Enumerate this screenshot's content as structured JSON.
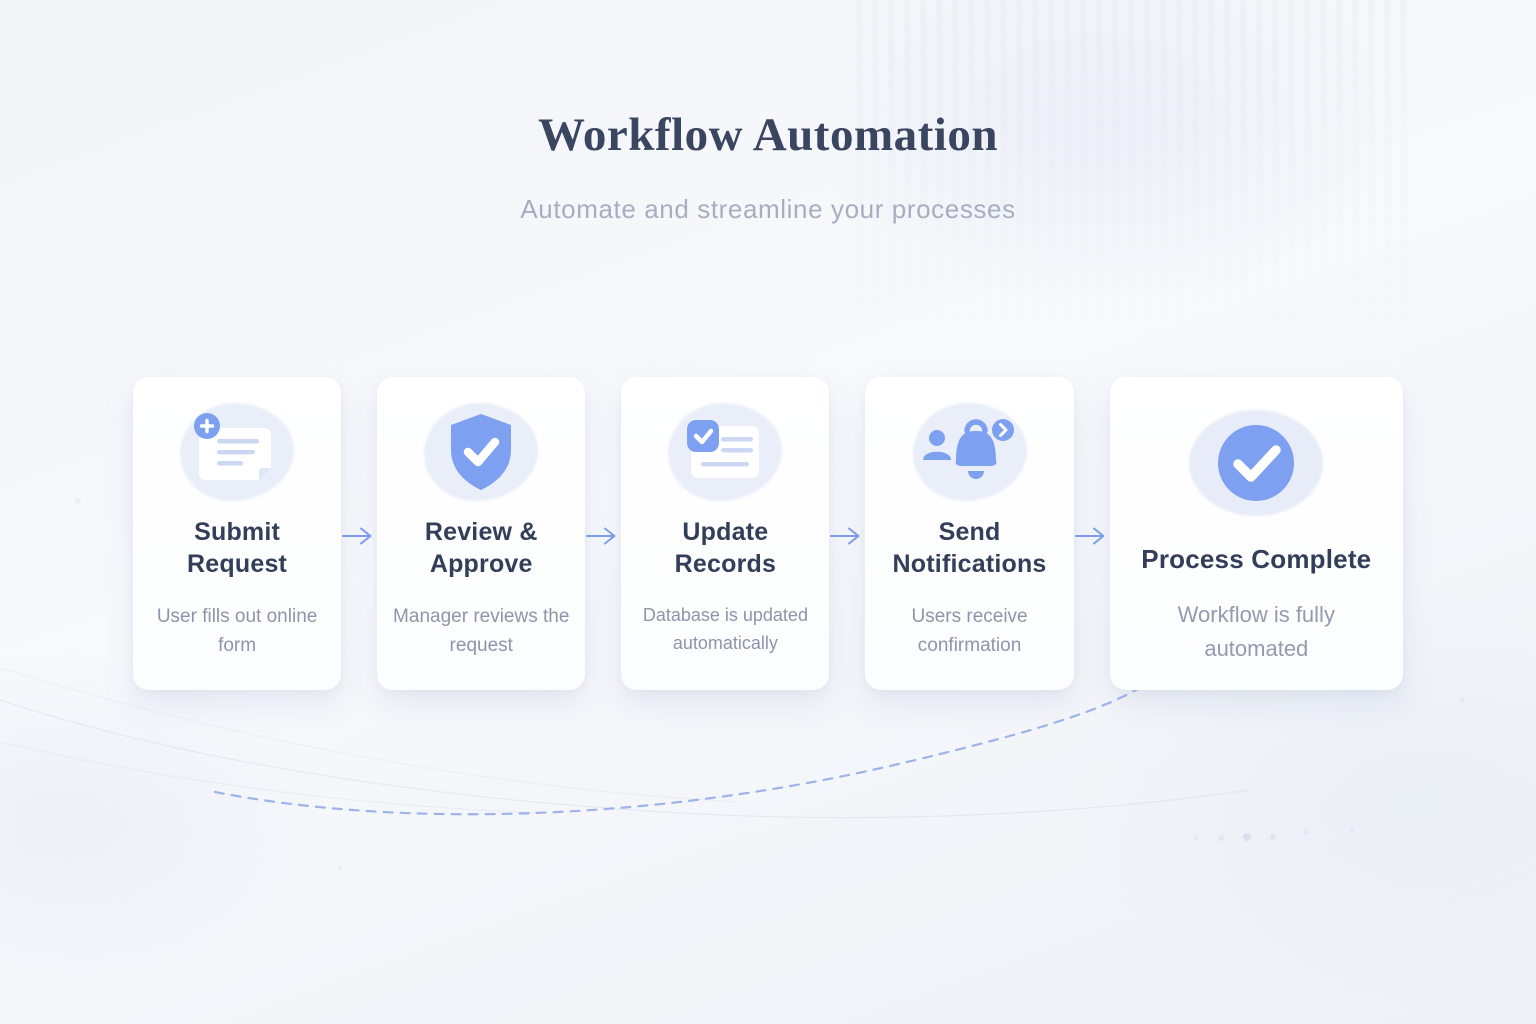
{
  "page": {
    "title": "Workflow Automation",
    "subtitle": "Automate and streamline your processes"
  },
  "steps": [
    {
      "title": "Submit Request",
      "description": "User fills out online form",
      "icon": "form-plus-icon"
    },
    {
      "title": "Review & Approve",
      "description": "Manager reviews the request",
      "icon": "shield-check-icon"
    },
    {
      "title": "Update Records",
      "description": "Database is updated automatically",
      "icon": "record-check-icon"
    },
    {
      "title": "Send Notifications",
      "description": "Users receive confirmation",
      "icon": "user-bell-icon"
    },
    {
      "title": "Process Complete",
      "description": "Workflow is fully automated",
      "icon": "check-circle-icon"
    }
  ],
  "colors": {
    "accent_blue": "#7da0f0",
    "icon_line_blue": "#ccd8f3",
    "blob_blue": "#e9eef9",
    "card_title": "#333e58",
    "body_text": "#8d95a9",
    "heading_navy": "#3a4560",
    "subtitle_gray": "#a6aebf",
    "background": "#f3f5f8",
    "card_background": "#ffffff",
    "dashed_curve": "#8fa7e8"
  }
}
